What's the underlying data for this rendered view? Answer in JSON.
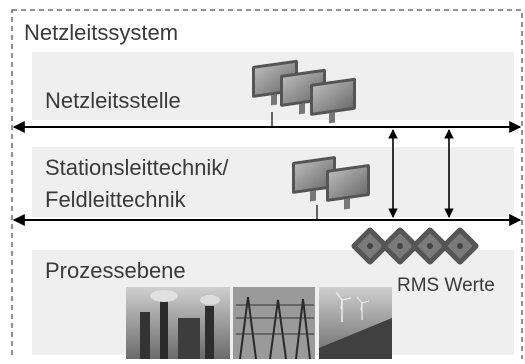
{
  "system": {
    "title": "Netzleitssystem"
  },
  "layers": {
    "control_center": {
      "label": "Netzleitsstelle"
    },
    "station_control": {
      "label_line1": "Stationsleittechnik/",
      "label_line2": "Feldleittechnik"
    },
    "process": {
      "label": "Prozessebene"
    }
  },
  "rms": {
    "label": "RMS Werte"
  },
  "photos": [
    {
      "name": "power-plant-photo"
    },
    {
      "name": "substation-photo"
    },
    {
      "name": "wind-solar-photo"
    }
  ],
  "colors": {
    "band": "#efefef",
    "text": "#3a3a3a",
    "frame_dash": "#555555",
    "line": "#000000",
    "monitor": "#8a8a8a",
    "device": "#555555"
  }
}
